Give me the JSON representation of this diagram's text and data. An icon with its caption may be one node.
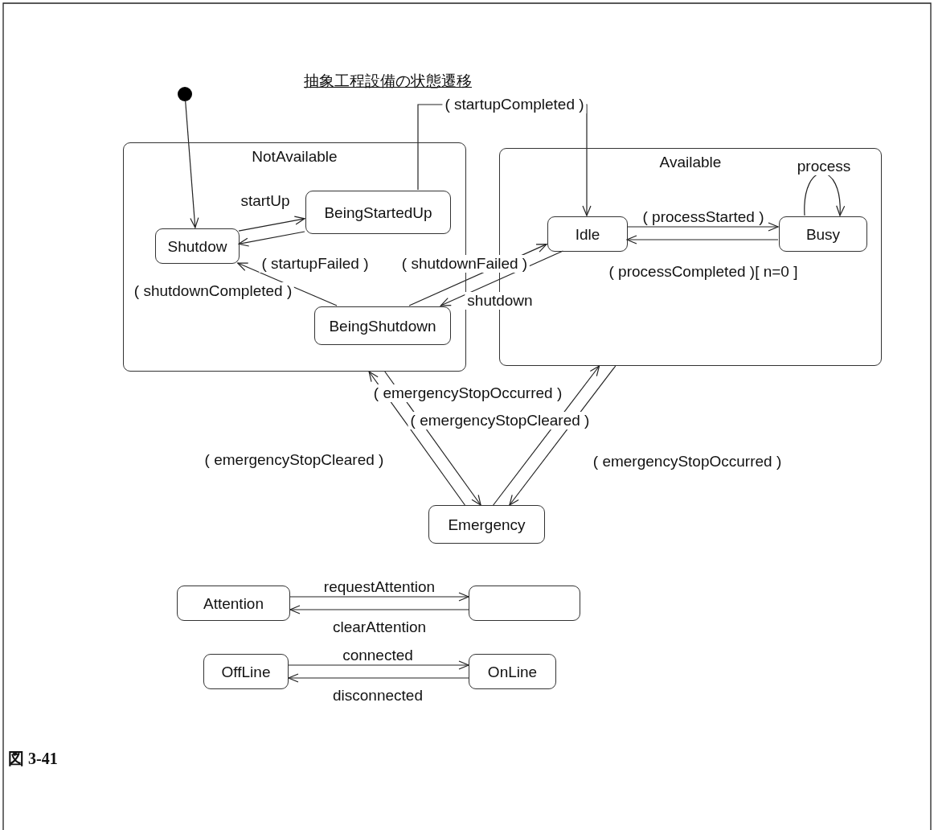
{
  "diagram": {
    "title": "抽象工程設備の状態遷移",
    "caption": "図 3-41",
    "nodes": [
      {
        "text": [],
        "shape": "circle"
      },
      {
        "text": [
          "NotAvailable"
        ]
      },
      {
        "text": [
          "Shutdow"
        ],
        "in": 1
      },
      {
        "text": [
          "BeingStartedUp"
        ],
        "in": 1
      },
      {
        "text": [
          "BeingShutdown"
        ],
        "in": 1
      },
      {
        "text": [
          "Available"
        ]
      },
      {
        "text": [
          "Idle"
        ],
        "in": 5
      },
      {
        "text": [
          "Busy"
        ],
        "in": 5
      },
      {
        "text": [
          "Emergency"
        ]
      },
      {
        "text": [
          "Attention"
        ]
      },
      {
        "text": [],
        "shape": "box"
      },
      {
        "text": [
          "OffLine"
        ]
      },
      {
        "text": [
          "OnLine"
        ]
      }
    ],
    "edges": [
      {
        "from": 0,
        "to": 2,
        "arrow": "to"
      },
      {
        "from": 2,
        "to": 3,
        "arrow": "to",
        "label": "startUp"
      },
      {
        "from": 3,
        "to": 2,
        "arrow": "to",
        "label": "( startupFailed )"
      },
      {
        "from": 3,
        "to": 6,
        "arrow": "to",
        "label": "( startupCompleted )"
      },
      {
        "from": 6,
        "to": 4,
        "arrow": "to",
        "label": "shutdown"
      },
      {
        "from": 4,
        "to": 6,
        "arrow": "to",
        "label": "( shutdownFailed )"
      },
      {
        "from": 4,
        "to": 2,
        "arrow": "to",
        "label": "( shutdownCompleted )"
      },
      {
        "from": 6,
        "to": 7,
        "arrow": "to",
        "label": "( processStarted )"
      },
      {
        "from": 7,
        "to": 6,
        "arrow": "to",
        "label": "( processCompleted )[ n=0 ]"
      },
      {
        "from": 7,
        "to": 7,
        "arrow": "to",
        "label": "process"
      },
      {
        "from": 1,
        "to": 8,
        "arrow": "to",
        "label": "( emergencyStopOccurred )"
      },
      {
        "from": 8,
        "to": 1,
        "arrow": "to",
        "label": "( emergencyStopCleared )"
      },
      {
        "from": 8,
        "to": 5,
        "arrow": "to",
        "label": "( emergencyStopCleared )"
      },
      {
        "from": 5,
        "to": 8,
        "arrow": "to",
        "label": "( emergencyStopOccurred )"
      },
      {
        "from": 9,
        "to": 10,
        "arrow": "to",
        "label": "requestAttention"
      },
      {
        "from": 10,
        "to": 9,
        "arrow": "to",
        "label": "clearAttention"
      },
      {
        "from": 11,
        "to": 12,
        "arrow": "to",
        "label": "connected"
      },
      {
        "from": 12,
        "to": 11,
        "arrow": "to",
        "label": "disconnected"
      }
    ]
  }
}
